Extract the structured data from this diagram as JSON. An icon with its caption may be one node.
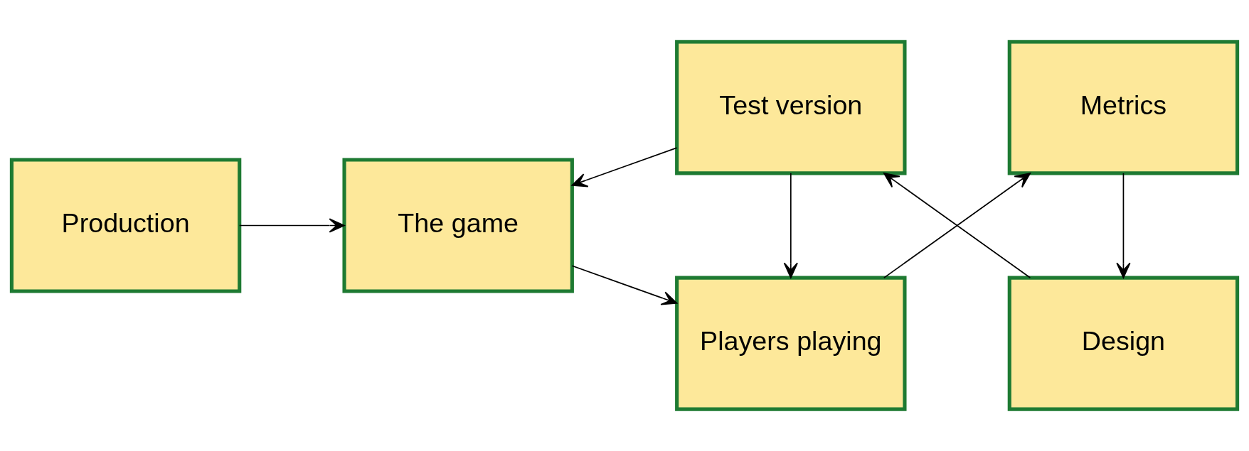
{
  "diagram": {
    "nodes": [
      {
        "text": [
          "Production"
        ]
      },
      {
        "text": [
          "The game"
        ]
      },
      {
        "text": [
          "Players playing"
        ]
      },
      {
        "text": [
          "Metrics"
        ]
      },
      {
        "text": [
          "Design"
        ]
      },
      {
        "text": [
          "Test version"
        ]
      }
    ],
    "edges": [
      {
        "from": 0,
        "to": 1,
        "arrow": "to"
      },
      {
        "from": 1,
        "to": 2,
        "arrow": "to"
      },
      {
        "from": 2,
        "to": 3,
        "arrow": "to"
      },
      {
        "from": 3,
        "to": 4,
        "arrow": "to"
      },
      {
        "from": 4,
        "to": 5,
        "arrow": "to"
      },
      {
        "from": 5,
        "to": 2,
        "arrow": "to"
      },
      {
        "from": 5,
        "to": 1,
        "arrow": "to"
      }
    ]
  }
}
